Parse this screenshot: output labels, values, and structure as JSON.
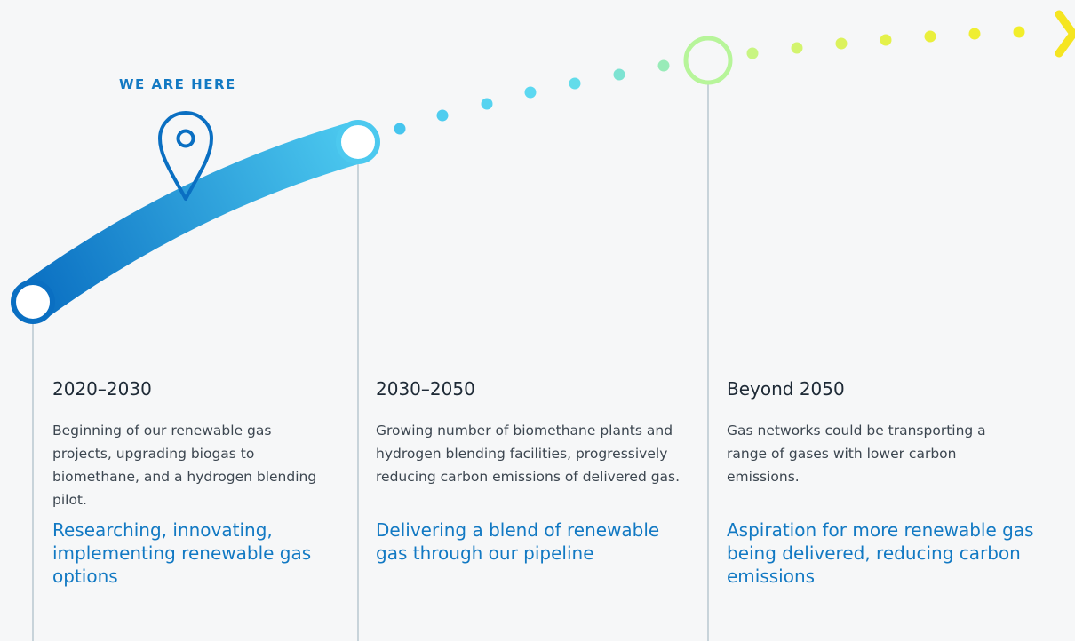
{
  "marker": {
    "label": "WE ARE HERE",
    "icon": "location-pin-icon"
  },
  "end_icon": "chevron-right-icon",
  "colors": {
    "background": "#f6f7f8",
    "path_start": "#0a6fc2",
    "path_end": "#4cc9ef",
    "accent_blue": "#1279c3",
    "dots_cyan": "#5fd8f2",
    "milestone_green": "#b7f59a",
    "dots_yellow": "#f2ee2a",
    "connector_line": "#a9bcc6"
  },
  "phases": [
    {
      "period": "2020–2030",
      "description": "Beginning of our renewable gas projects, upgrading biogas to biomethane, and a hydrogen blending pilot.",
      "outcome": "Researching, innovating, implementing renewable gas options"
    },
    {
      "period": "2030–2050",
      "description": "Growing number of biomethane plants and hydrogen blending facilities, progressively reducing carbon emissions of delivered gas.",
      "outcome": "Delivering a blend of renewable gas through our pipeline"
    },
    {
      "period": "Beyond 2050",
      "description": "Gas networks could be transporting a range of gases with lower carbon emissions.",
      "outcome": "Aspiration for more renewable gas being delivered, reducing carbon emissions"
    }
  ]
}
